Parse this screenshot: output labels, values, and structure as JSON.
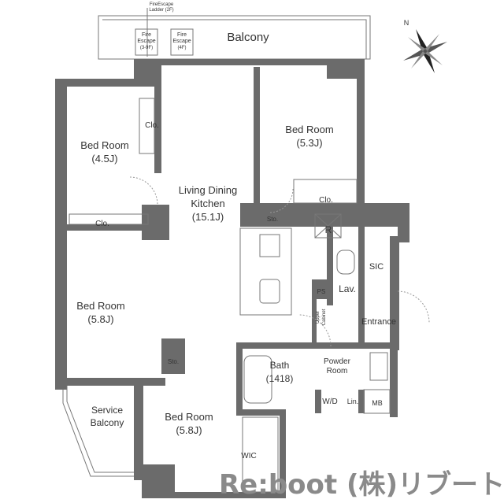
{
  "floorplan": {
    "rooms": {
      "balcony": "Balcony",
      "fire_escape_ladder": [
        "FireEscape",
        "Ladder (2F)"
      ],
      "fire_escape_1": [
        "Fire",
        "Escape",
        "(3-9F)"
      ],
      "fire_escape_2": [
        "Fire",
        "Escape",
        "(4F)"
      ],
      "bedroom_nw": [
        "Bed Room",
        "(4.5J)"
      ],
      "bedroom_ne": [
        "Bed Room",
        "(5.3J)"
      ],
      "ldk": [
        "Living Dining",
        "Kitchen",
        "(15.1J)"
      ],
      "bedroom_w": [
        "Bed Room",
        "(5.8J)"
      ],
      "bedroom_s": [
        "Bed Room",
        "(5.8J)"
      ],
      "service_balcony": [
        "Service",
        "Balcony"
      ],
      "bath": [
        "Bath",
        "(1418)"
      ],
      "powder_room": [
        "Powder",
        "Room"
      ],
      "closet_1": "Clo.",
      "closet_2": "Clo.",
      "closet_3": "Clo.",
      "storage_1": "Sto.",
      "storage_2": "Sto.",
      "refrigerator": "R",
      "sic": "SIC",
      "lav": "Lav.",
      "ps": "PS",
      "upper_cabinet": [
        "Upper",
        "Cabinet"
      ],
      "entrance": "Entrance",
      "wd": "W/D",
      "lin": "Lin.",
      "mb": "MB",
      "wic": "WIC"
    },
    "compass": "N",
    "logo": "Re:boot (株)リブート"
  }
}
